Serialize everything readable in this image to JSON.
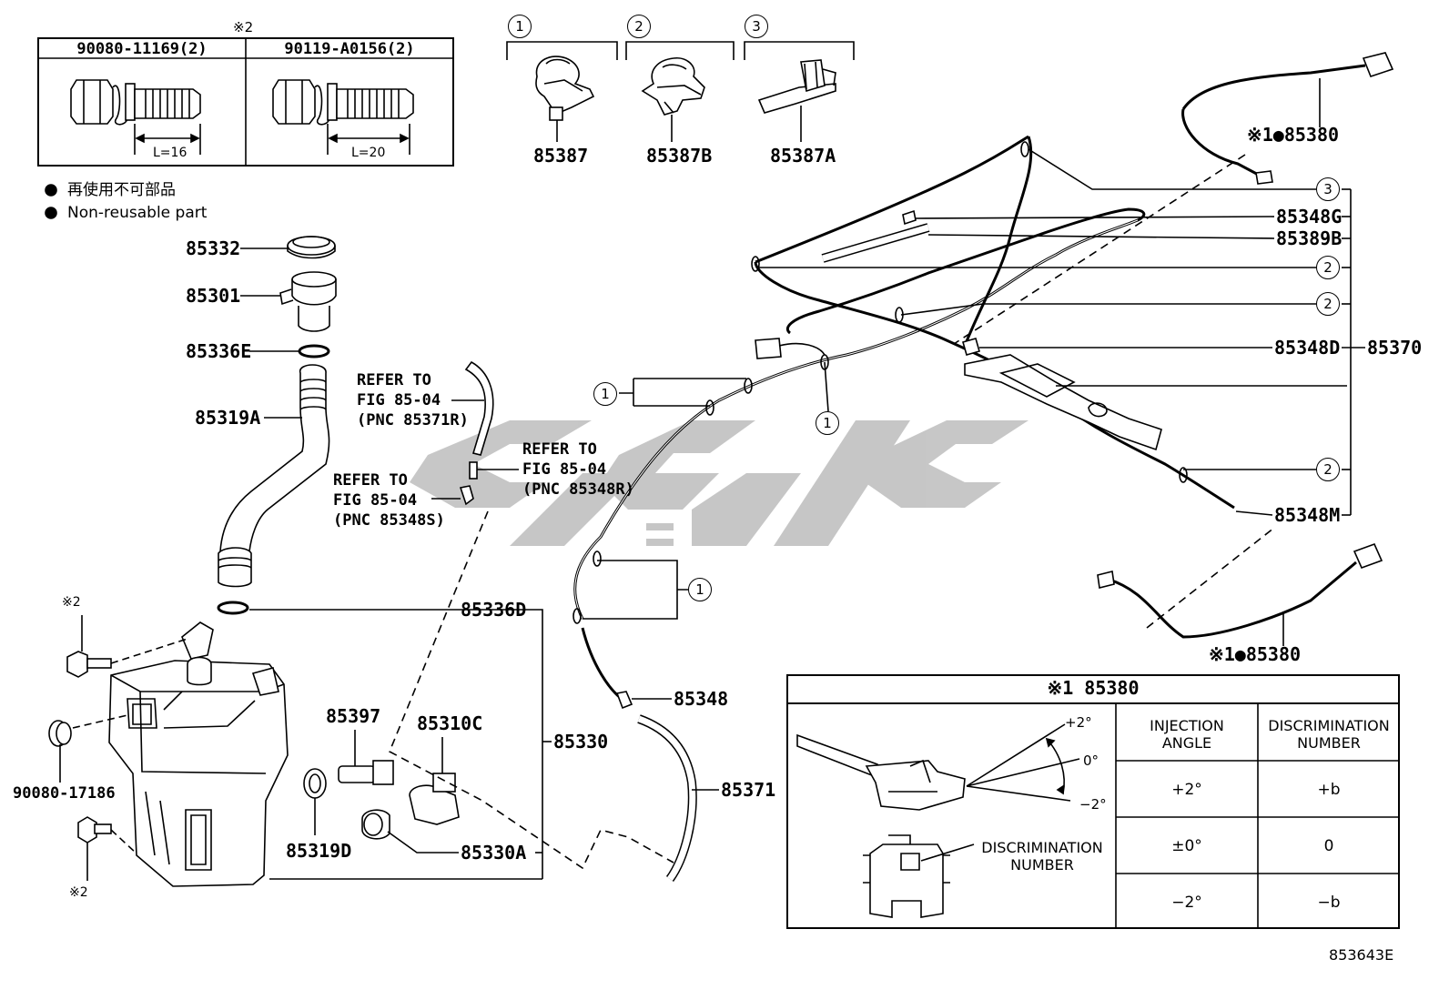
{
  "fastener_table": {
    "header_mark": "※2",
    "col1": "90080-11169(2)",
    "col2": "90119-A0156(2)",
    "len1": "L=16",
    "len2": "L=20"
  },
  "legend": {
    "jp": "再使用不可部品",
    "en": "Non-reusable part"
  },
  "clips": [
    {
      "num": "1",
      "part": "85387"
    },
    {
      "num": "2",
      "part": "85387B"
    },
    {
      "num": "3",
      "part": "85387A"
    }
  ],
  "parts": {
    "p85332": "85332",
    "p85301": "85301",
    "p85336E": "85336E",
    "p85319A": "85319A",
    "p85336D": "85336D",
    "p85330": "85330",
    "p85397": "85397",
    "p85310C": "85310C",
    "p85319D": "85319D",
    "p85330A": "85330A",
    "p90080_17186": "90080-17186",
    "p85348": "85348",
    "p85371": "85371",
    "p85348G": "85348G",
    "p85389B": "85389B",
    "p85348D": "85348D",
    "p85370": "85370",
    "p85348M": "85348M",
    "p85380_top": "※1●85380",
    "p85380_bot": "※1●85380",
    "mark2_a": "※2",
    "mark2_b": "※2"
  },
  "refer": {
    "r1": [
      "REFER TO",
      "FIG 85-04",
      "(PNC 85371R)"
    ],
    "r2": [
      "REFER TO",
      "FIG 85-04",
      "(PNC 85348R)"
    ],
    "r3": [
      "REFER TO",
      "FIG 85-04",
      "(PNC 85348S)"
    ]
  },
  "callout_numbers": {
    "c3_right": "3",
    "c2_a": "2",
    "c2_b": "2",
    "c2_c": "2",
    "c1_a": "1",
    "c1_b": "1",
    "c1_c": "1"
  },
  "detail_box": {
    "title": "※1 85380",
    "angle_plus": "+2°",
    "angle_zero": "0°",
    "angle_minus": "−2°",
    "disc_label_1": "DISCRIMINATION",
    "disc_label_2": "NUMBER",
    "col_headers": [
      [
        "INJECTION",
        "ANGLE"
      ],
      [
        "DISCRIMINATION",
        "NUMBER"
      ]
    ],
    "rows": [
      {
        "angle": "+2°",
        "number": "+b"
      },
      {
        "angle": "±0°",
        "number": "0"
      },
      {
        "angle": "−2°",
        "number": "−b"
      }
    ]
  },
  "diagram_id": "853643E",
  "colors": {
    "line": "#000000",
    "watermark": "#b9b9b9"
  }
}
